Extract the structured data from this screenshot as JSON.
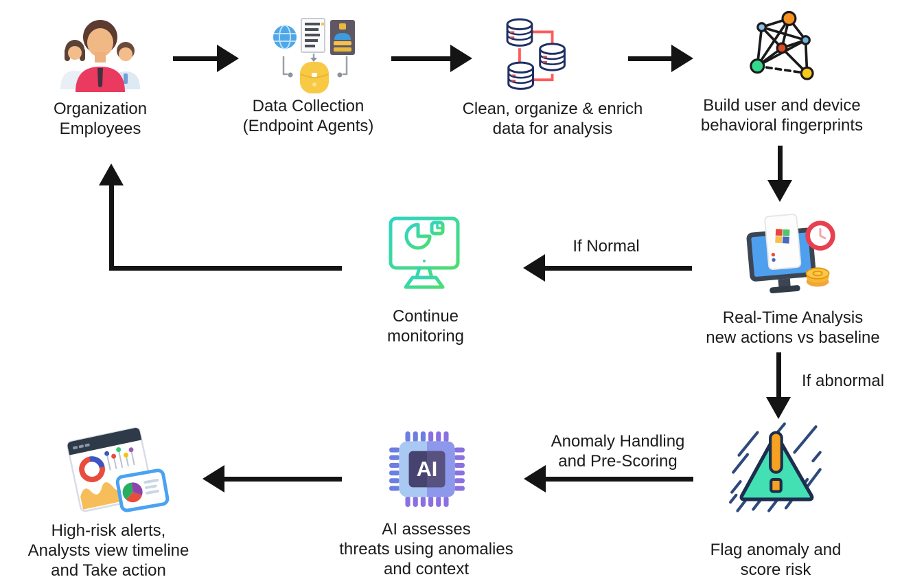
{
  "diagram": {
    "background": "#ffffff",
    "nodes": {
      "org_employees": {
        "line1": "Organization",
        "line2": "Employees",
        "icon": "people-group-icon"
      },
      "data_collection": {
        "line1": "Data Collection",
        "line2": "(Endpoint Agents)",
        "icon": "endpoint-agents-icon"
      },
      "clean_data": {
        "line1": "Clean, organize & enrich",
        "line2": "data for analysis",
        "icon": "database-cluster-icon"
      },
      "fingerprints": {
        "line1": "Build user and device",
        "line2": "behavioral fingerprints",
        "icon": "network-graph-icon"
      },
      "realtime": {
        "line1": "Real-Time Analysis",
        "line2": "new actions vs baseline",
        "icon": "monitor-clock-icon"
      },
      "continue_monitoring": {
        "line1": "Continue",
        "line2": "monitoring",
        "icon": "green-monitor-icon"
      },
      "flag_anomaly": {
        "line1": "Flag anomaly and",
        "line2": "score risk",
        "icon": "warning-triangle-icon"
      },
      "ai_assess": {
        "line1": "AI assesses",
        "line2": "threats using anomalies",
        "line3": "and context",
        "icon": "ai-chip-icon"
      },
      "alerts": {
        "line1": "High-risk alerts,",
        "line2": "Analysts view timeline",
        "line3": "and Take action",
        "icon": "dashboard-icon"
      }
    },
    "edge_labels": {
      "if_normal": "If Normal",
      "if_abnormal": "If abnormal",
      "anomaly_line1": "Anomaly Handling",
      "anomaly_line2": "and Pre-Scoring"
    },
    "ai_chip_text": "AI",
    "colors": {
      "arrow": "#141414",
      "text": "#1c1c1c",
      "shirt_red": "#ea3a60",
      "globe_blue": "#4da7e8",
      "db_yellow": "#f7c944",
      "db_outline_navy": "#1e2f63",
      "db_link_red": "#ff5b5b",
      "node_orange": "#f6921e",
      "node_green": "#35d98b",
      "node_yellow": "#f8c81c",
      "node_red": "#e0482a",
      "screen_blue": "#4f9fef",
      "clock_red": "#e84050",
      "coin_yellow": "#f7b731",
      "monitor_gradient_teal": "#2fd4c5",
      "monitor_gradient_green": "#4ddd6f",
      "warning_teal": "#43e0b4",
      "warning_orange": "#f6a11f",
      "hatch_navy": "#2e4a7d",
      "chip_light_blue": "#a9c8f2",
      "chip_purple": "#8e98ea",
      "card_blue": "#4aa3f0"
    }
  }
}
